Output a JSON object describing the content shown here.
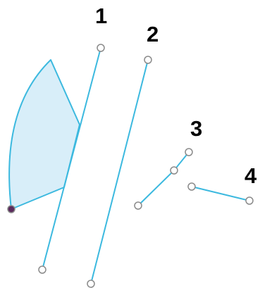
{
  "colors": {
    "stroke": "#3cb9df",
    "fill": "#d8eef9",
    "handle_fill": "#ffffff",
    "handle_stroke": "#8a8a8a",
    "pivot_fill": "#5a2a5c",
    "label": "#000000"
  },
  "labels": {
    "one": "1",
    "two": "2",
    "three": "3",
    "four": "4"
  },
  "shapes": {
    "sector": {
      "icon": "sector-shape"
    },
    "lines": [
      {
        "name": "line-1",
        "label": "1"
      },
      {
        "name": "line-2",
        "label": "2"
      },
      {
        "name": "line-3",
        "label": "3"
      },
      {
        "name": "line-4",
        "label": "4"
      }
    ]
  }
}
